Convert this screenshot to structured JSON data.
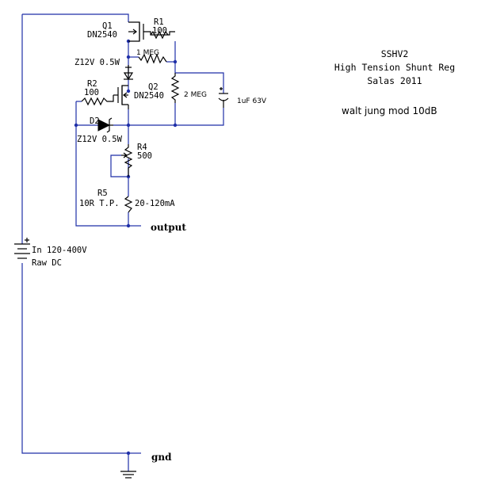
{
  "title_block": {
    "name": "SSHV2",
    "subtitle": "High Tension Shunt Reg",
    "author": "Salas 2011",
    "note": "walt jung mod 10dB"
  },
  "components": {
    "q1": {
      "ref": "Q1",
      "part": "DN2540"
    },
    "r1": {
      "ref": "R1",
      "value": "100"
    },
    "r_1meg": {
      "value": "1 MEG"
    },
    "z_top": {
      "value": "Z12V 0.5W"
    },
    "r2": {
      "ref": "R2",
      "value": "100"
    },
    "q2": {
      "ref": "Q2",
      "part": "DN2540"
    },
    "r_2meg": {
      "value": "2 MEG"
    },
    "cap": {
      "value": "1uF 63V"
    },
    "d2": {
      "ref": "D2",
      "value": "Z12V 0.5W"
    },
    "r4": {
      "ref": "R4",
      "value": "500"
    },
    "r5": {
      "ref": "R5",
      "value": "10R T.P.",
      "current": "20-120mA"
    },
    "source": {
      "line1": "In 120-400V",
      "line2": "Raw DC"
    }
  },
  "nodes": {
    "output": "output",
    "gnd": "gnd"
  }
}
